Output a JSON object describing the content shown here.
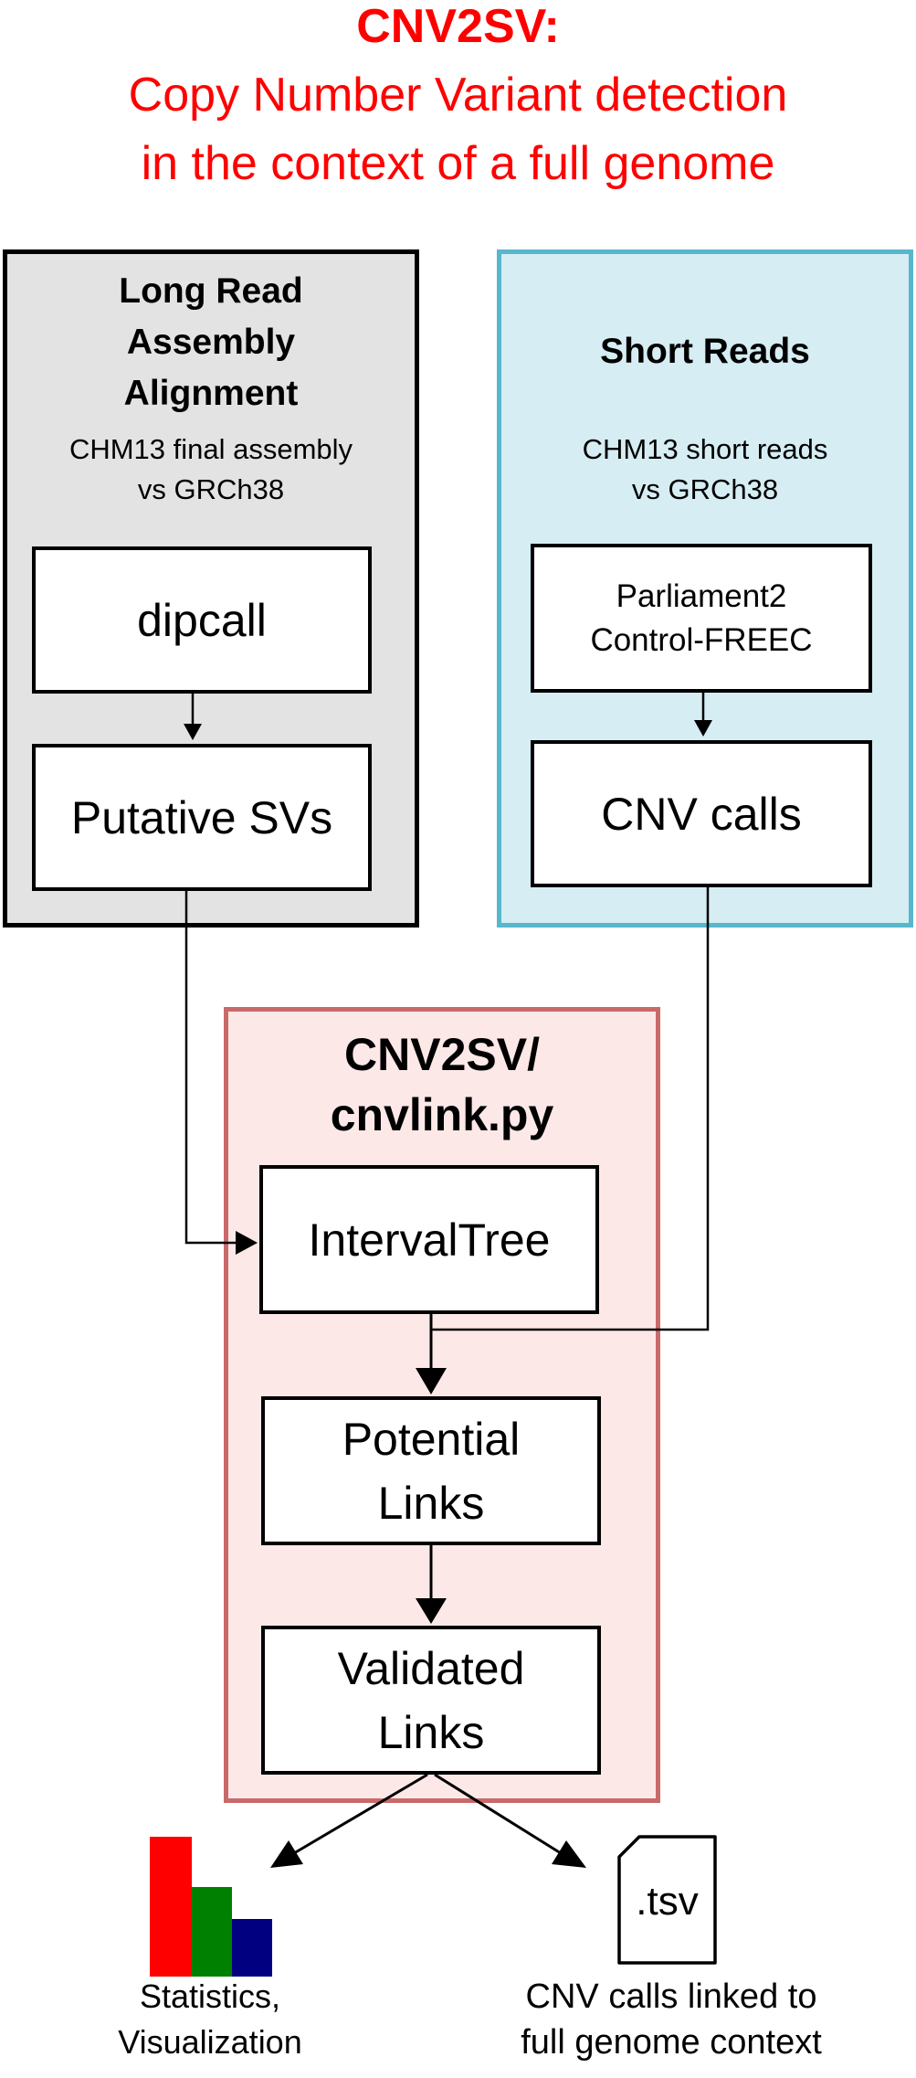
{
  "title": {
    "line1": "CNV2SV:",
    "line2": "Copy Number Variant detection",
    "line3": "in the context of a full genome"
  },
  "long_read_panel": {
    "title_lines": [
      "Long Read",
      "Assembly",
      "Alignment"
    ],
    "subtitle_lines": [
      "CHM13 final assembly",
      "vs GRCh38"
    ],
    "step1": "dipcall",
    "step2": "Putative SVs"
  },
  "short_read_panel": {
    "title": "Short Reads",
    "subtitle_lines": [
      "CHM13 short reads",
      "vs GRCh38"
    ],
    "step1_lines": [
      "Parliament2",
      "Control-FREEC"
    ],
    "step2": "CNV calls"
  },
  "cnvlink_panel": {
    "title_lines": [
      "CNV2SV/",
      "cnvlink.py"
    ],
    "step1": "IntervalTree",
    "step2_lines": [
      "Potential",
      "Links"
    ],
    "step3_lines": [
      "Validated",
      "Links"
    ]
  },
  "outputs": {
    "stats_caption_lines": [
      "Statistics,",
      "Visualization"
    ],
    "file_label": ".tsv",
    "file_caption_lines": [
      "CNV calls linked to",
      "full genome context"
    ]
  },
  "colors": {
    "title": "#ff0000",
    "long_read_fill": "#e3e3e3",
    "short_read_fill": "#d5edf3",
    "short_read_border": "#57b7cb",
    "cnvlink_fill": "#fde8e8",
    "cnvlink_border": "#c86a6a",
    "bar_red": "#ff0000",
    "bar_green": "#008000",
    "bar_blue": "#000080"
  }
}
